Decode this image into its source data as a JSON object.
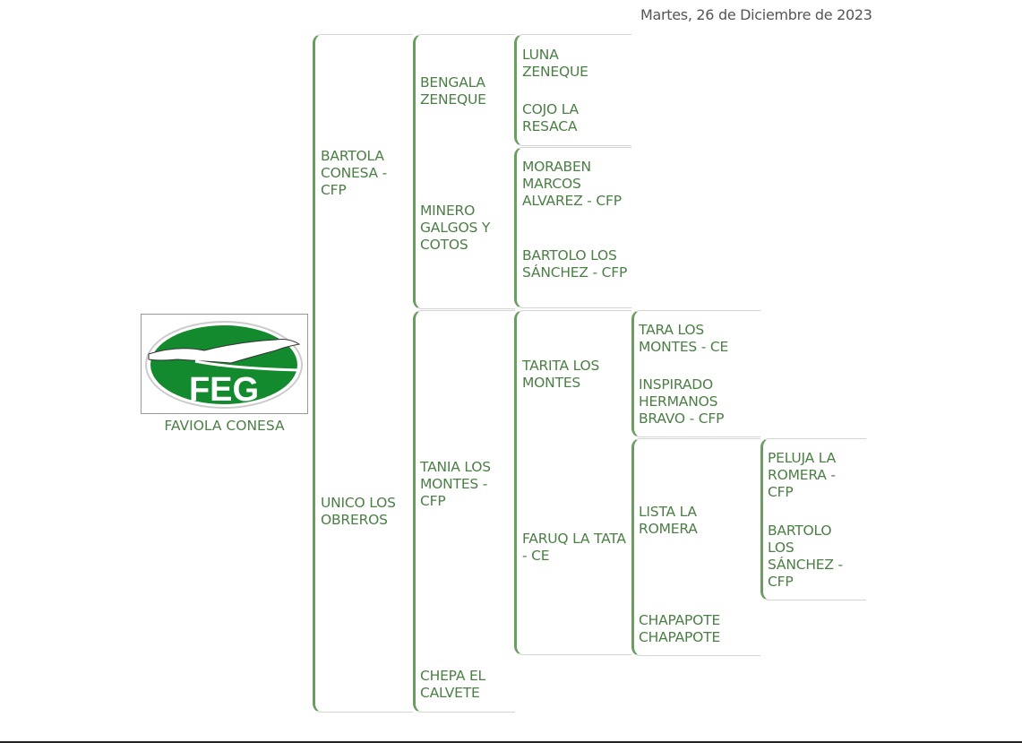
{
  "date": "Martes, 26 de Diciembre de 2023",
  "subject": {
    "name": "FAVIOLA CONESA",
    "logo_text": "FEG"
  },
  "colors": {
    "accent": "#6a9e5e",
    "text": "#4b7f45"
  },
  "pedigree": {
    "sire": "BARTOLA CONESA - CFP",
    "dam": "UNICO LOS OBREROS",
    "sire_sire": "BENGALA ZENEQUE",
    "sire_dam": "MINERO GALGOS Y COTOS",
    "dam_sire": "TANIA LOS MONTES - CFP",
    "dam_dam": "CHEPA EL CALVETE",
    "g3": [
      "LUNA ZENEQUE",
      "COJO LA RESACA",
      "MORABEN MARCOS ALVAREZ - CFP",
      "BARTOLO LOS SÁNCHEZ - CFP",
      "TARITA LOS MONTES",
      "FARUQ LA TATA - CE"
    ],
    "g4": [
      "TARA LOS MONTES - CE",
      "INSPIRADO HERMANOS BRAVO - CFP",
      "LISTA LA ROMERA",
      "CHAPAPOTE CHAPAPOTE"
    ],
    "g5": [
      "PELUJA LA ROMERA - CFP",
      "BARTOLO LOS SÁNCHEZ - CFP"
    ]
  }
}
